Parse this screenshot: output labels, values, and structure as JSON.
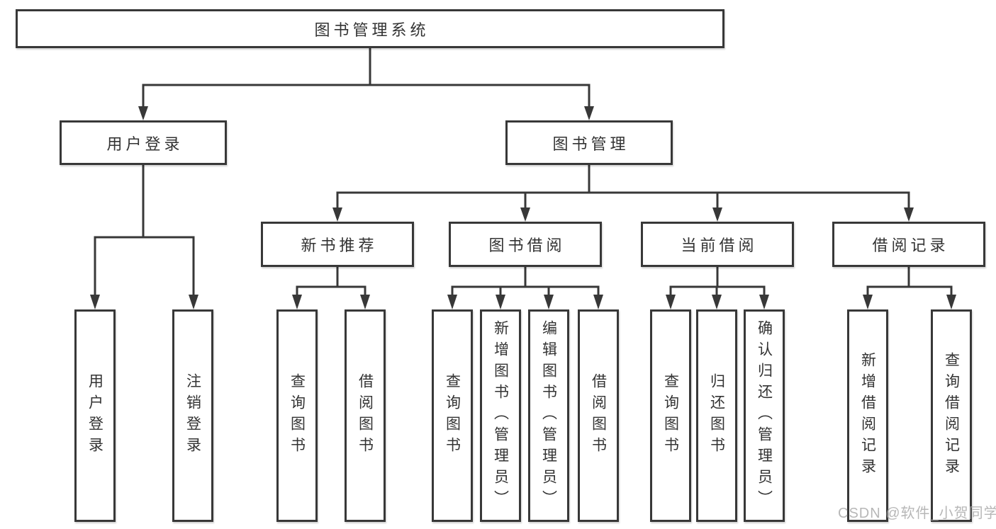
{
  "tree": {
    "root": "图书管理系统",
    "branches": [
      {
        "label": "用户登录",
        "leaves": [
          "用户登录",
          "注销登录"
        ]
      },
      {
        "label": "图书管理",
        "groups": [
          {
            "label": "新书推荐",
            "leaves": [
              "查询图书",
              "借阅图书"
            ]
          },
          {
            "label": "图书借阅",
            "leaves": [
              "查询图书",
              "新增图书（管理员）",
              "编辑图书（管理员）",
              "借阅图书"
            ]
          },
          {
            "label": "当前借阅",
            "leaves": [
              "查询图书",
              "归还图书",
              "确认归还（管理员）"
            ]
          },
          {
            "label": "借阅记录",
            "leaves": [
              "新增借阅记录",
              "查询借阅记录"
            ]
          }
        ]
      }
    ]
  },
  "watermark": "CSDN @软件_小贺同学",
  "colors": {
    "line": "#383838",
    "box_border": "#383838",
    "box_fill": "#ffffff",
    "text": "#333333",
    "watermark": "#a6a6a6"
  }
}
